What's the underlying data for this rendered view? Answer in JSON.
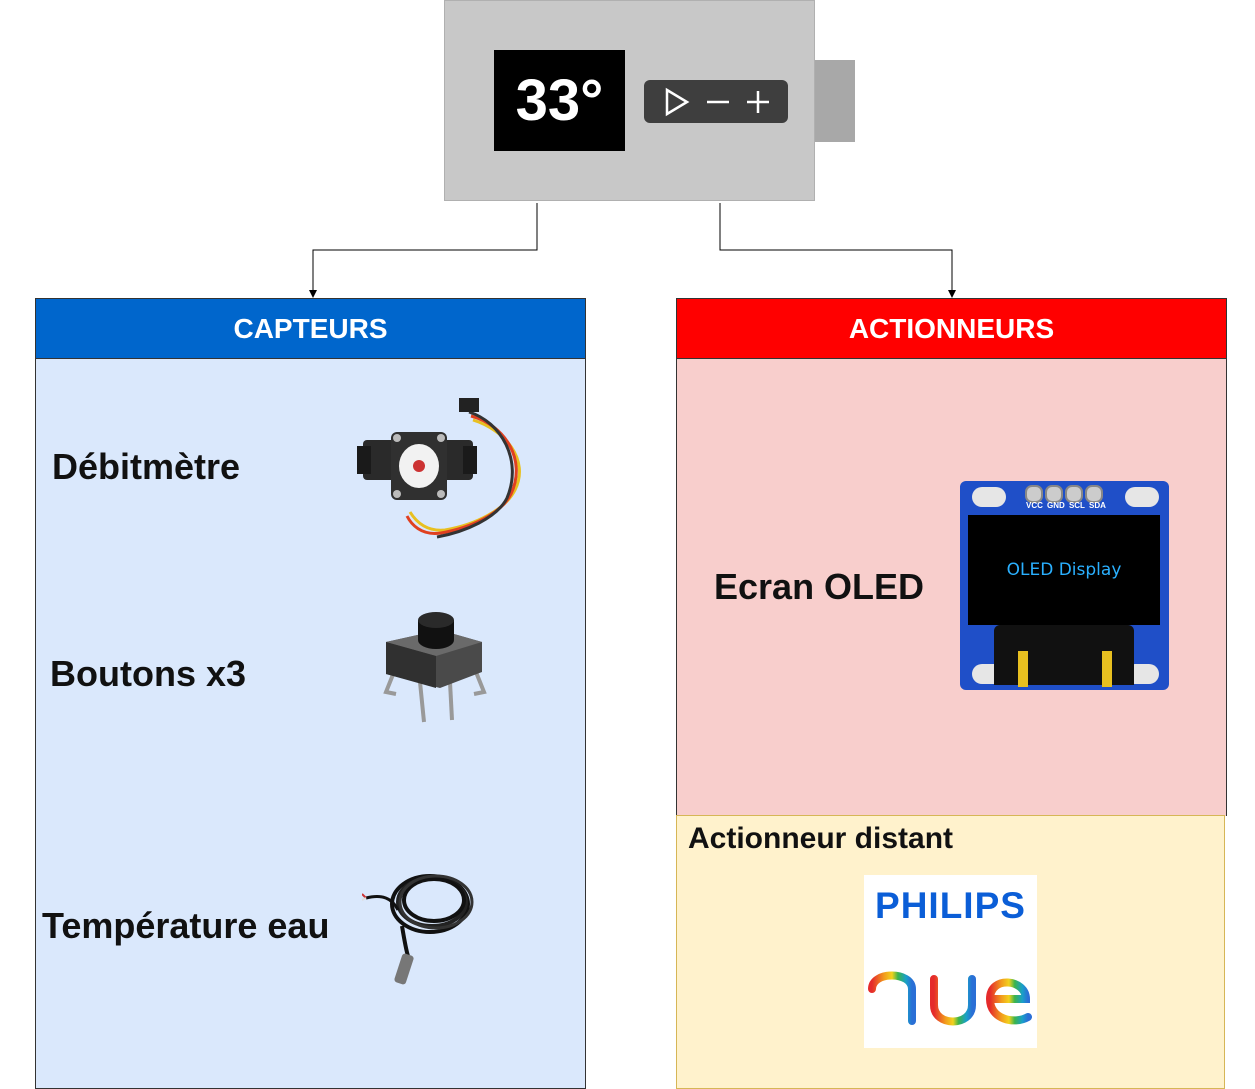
{
  "device": {
    "display": "33°",
    "controls": [
      "play-icon",
      "minus-icon",
      "plus-icon"
    ]
  },
  "capteurs": {
    "title": "CAPTEURS",
    "items": [
      {
        "label": "Débitmètre",
        "icon": "flow-meter-image"
      },
      {
        "label": "Boutons x3",
        "icon": "push-button-image"
      },
      {
        "label": "Température eau",
        "icon": "temperature-probe-image"
      }
    ]
  },
  "actionneurs": {
    "title": "ACTIONNEURS",
    "items": [
      {
        "label": "Ecran OLED",
        "icon": "oled-display-image",
        "screen_text": "OLED Display",
        "pins": [
          "VCC",
          "GND",
          "SCL",
          "SDA"
        ]
      }
    ],
    "distant": {
      "title": "Actionneur distant",
      "logo_brand": "PHILIPS",
      "logo_product": "hue"
    }
  },
  "colors": {
    "capteurs_header": "#0066cc",
    "capteurs_body": "#dae8fc",
    "actionneurs_header": "#ff0000",
    "actionneurs_body": "#f8cecc",
    "distant_body": "#fff2cc"
  }
}
